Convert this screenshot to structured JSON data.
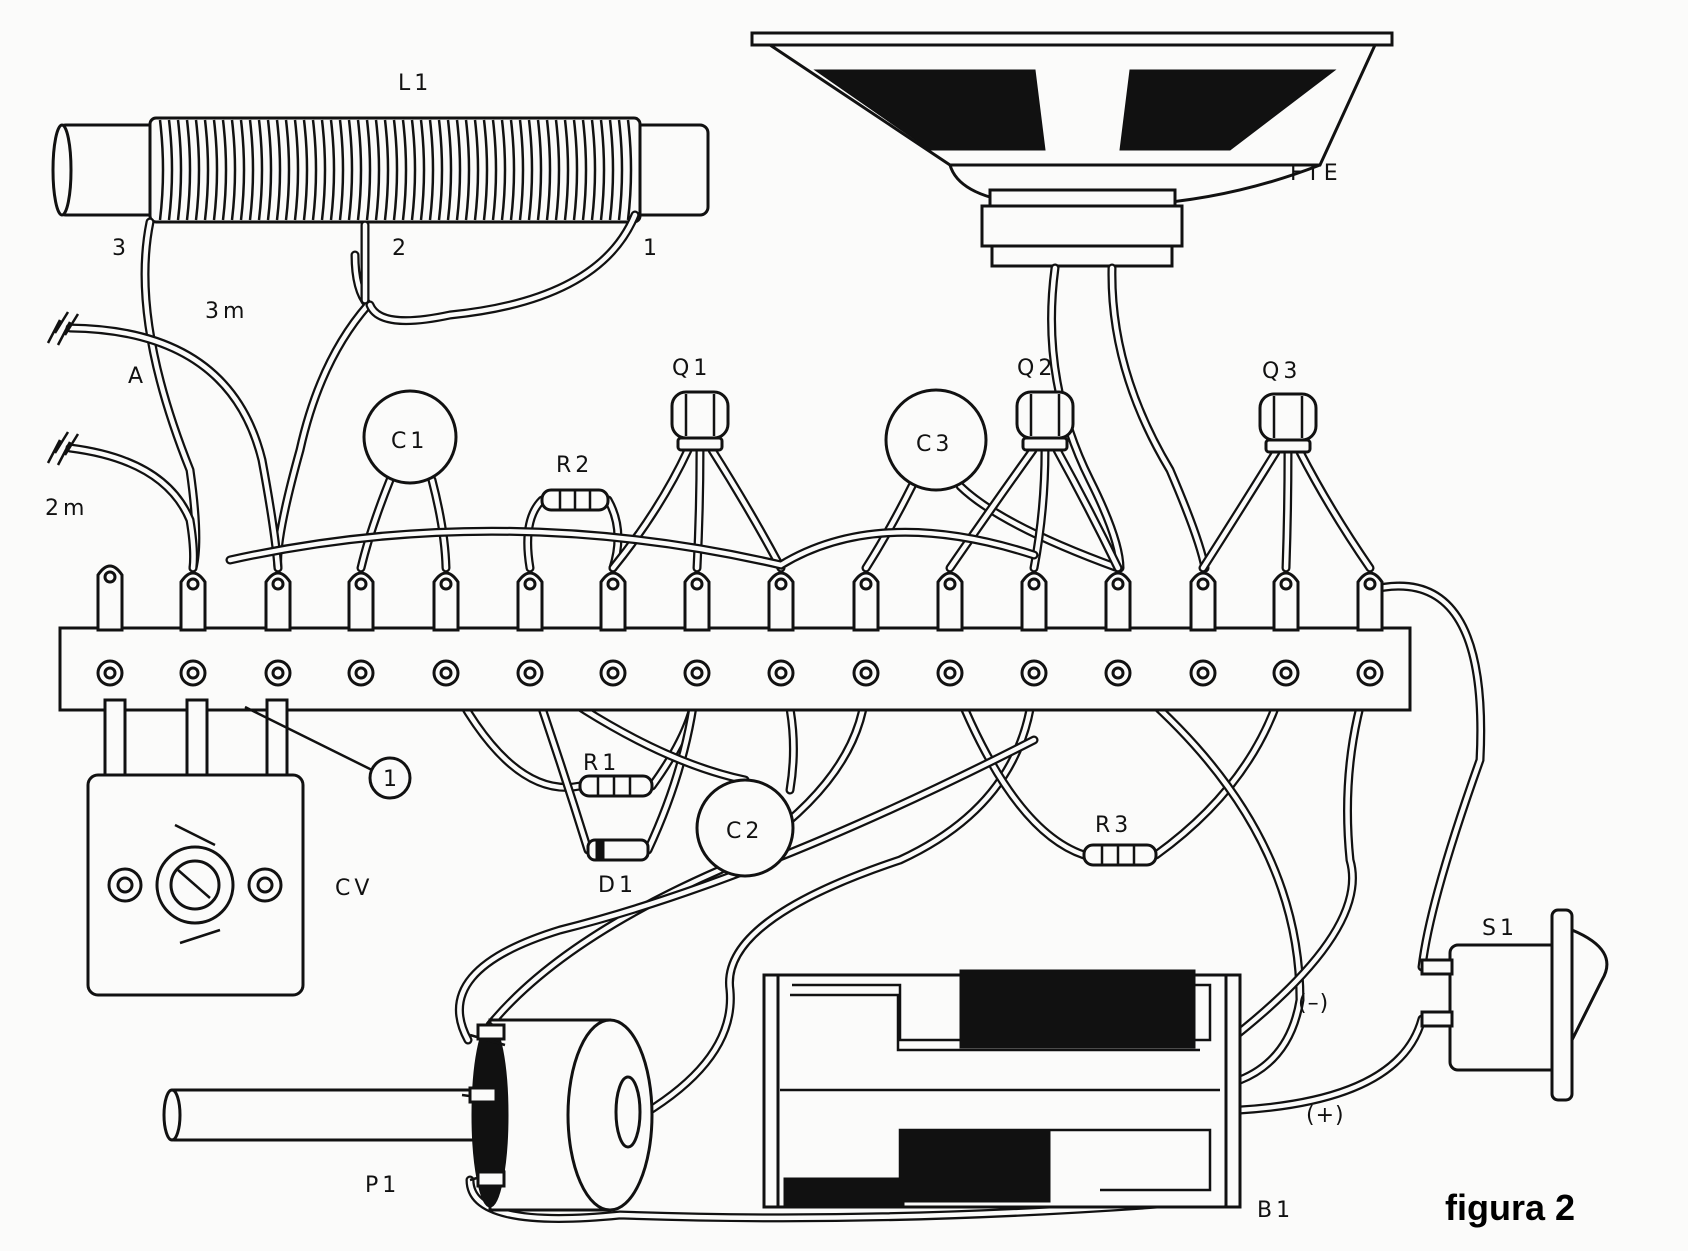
{
  "labels": {
    "l1": "L1",
    "fte": "FTE",
    "tap3": "3",
    "tap2": "2",
    "tap1": "1",
    "len3m": "3m",
    "antA": "A",
    "len2m": "2m",
    "q1": "Q1",
    "q2": "Q2",
    "q3": "Q3",
    "c1": "C1",
    "c3": "C3",
    "r2": "R2",
    "r1": "R1",
    "c2": "C2",
    "d1": "D1",
    "r3": "R3",
    "cv": "CV",
    "s1": "S1",
    "callout": "1",
    "minus": "(–)",
    "plus": "(+)",
    "p1": "P1",
    "b1": "B1",
    "figure": "figura 2"
  }
}
